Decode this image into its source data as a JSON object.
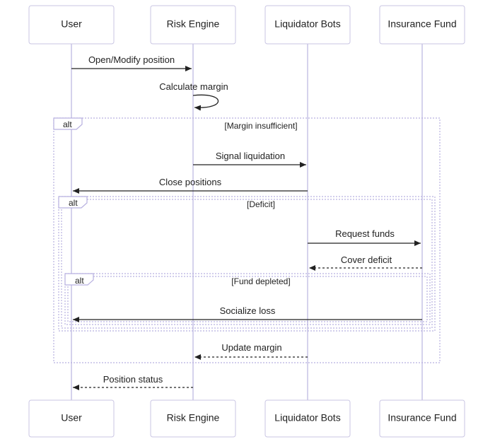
{
  "actors": {
    "user": "User",
    "risk_engine": "Risk Engine",
    "liquidator_bots": "Liquidator Bots",
    "insurance_fund": "Insurance Fund"
  },
  "messages": {
    "open_modify": "Open/Modify position",
    "calculate_margin": "Calculate margin",
    "signal_liquidation": "Signal liquidation",
    "close_positions": "Close positions",
    "request_funds": "Request funds",
    "cover_deficit": "Cover deficit",
    "socialize_loss": "Socialize loss",
    "update_margin": "Update margin",
    "position_status": "Position status"
  },
  "frames": {
    "outer": {
      "keyword": "alt",
      "condition": "[Margin insufficient]"
    },
    "deficit": {
      "keyword": "alt",
      "condition": "[Deficit]"
    },
    "depleted": {
      "keyword": "alt",
      "condition": "[Fund depleted]"
    }
  },
  "colors": {
    "lifeline": "#b9b3e0",
    "actor_border": "#c9c5e3",
    "arrow": "#222222"
  }
}
